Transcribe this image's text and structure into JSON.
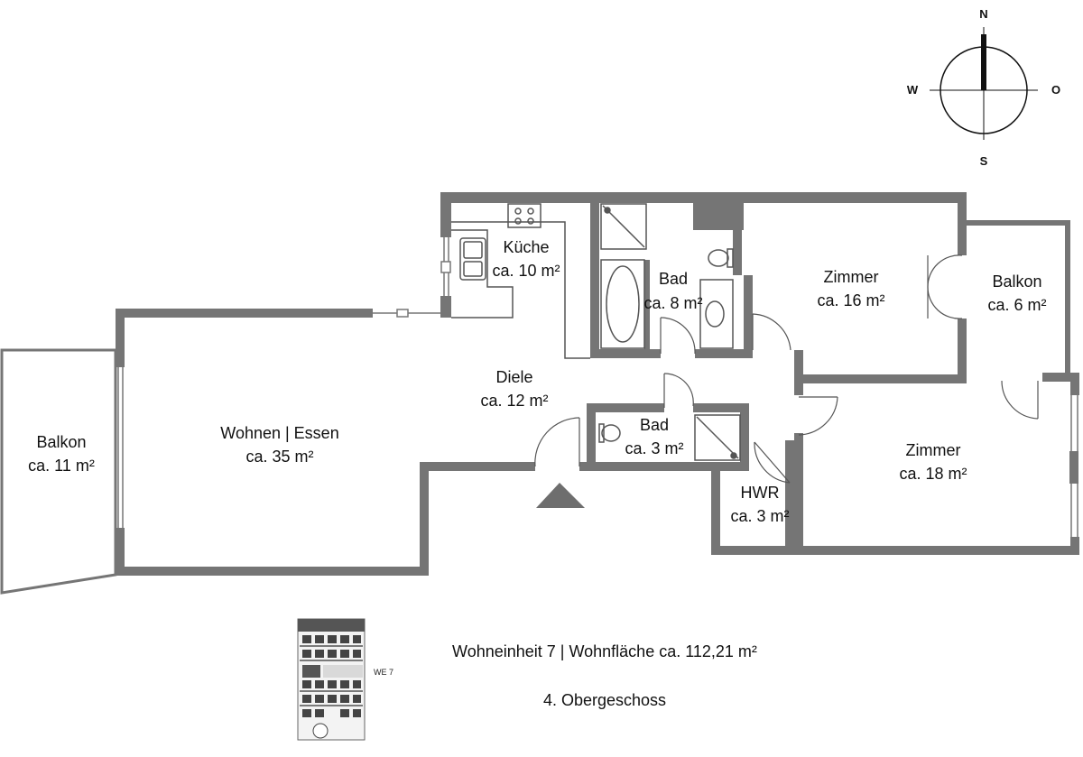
{
  "compass": {
    "north": "N",
    "south": "S",
    "west": "W",
    "east": "O"
  },
  "rooms": {
    "balkon_west": {
      "name": "Balkon",
      "area": "ca. 11 m²"
    },
    "wohnen": {
      "name": "Wohnen | Essen",
      "area": "ca. 35 m²"
    },
    "kueche": {
      "name": "Küche",
      "area": "ca. 10 m²"
    },
    "bad_gross": {
      "name": "Bad",
      "area": "ca. 8 m²"
    },
    "zimmer_16": {
      "name": "Zimmer",
      "area": "ca. 16 m²"
    },
    "balkon_ost": {
      "name": "Balkon",
      "area": "ca. 6 m²"
    },
    "diele": {
      "name": "Diele",
      "area": "ca. 12 m²"
    },
    "bad_klein": {
      "name": "Bad",
      "area": "ca. 3 m²"
    },
    "hwr": {
      "name": "HWR",
      "area": "ca. 3 m²"
    },
    "zimmer_18": {
      "name": "Zimmer",
      "area": "ca. 18 m²"
    }
  },
  "building_thumbnail": {
    "unit_tag": "WE 7"
  },
  "caption": {
    "unit_line": "Wohneinheit 7 | Wohnfläche ca. 112,21 m²",
    "floor_line": "4. Obergeschoss"
  },
  "colors": {
    "wall": "#757575",
    "fixture_line": "#555555",
    "entrance_marker": "#6e6e6e"
  }
}
